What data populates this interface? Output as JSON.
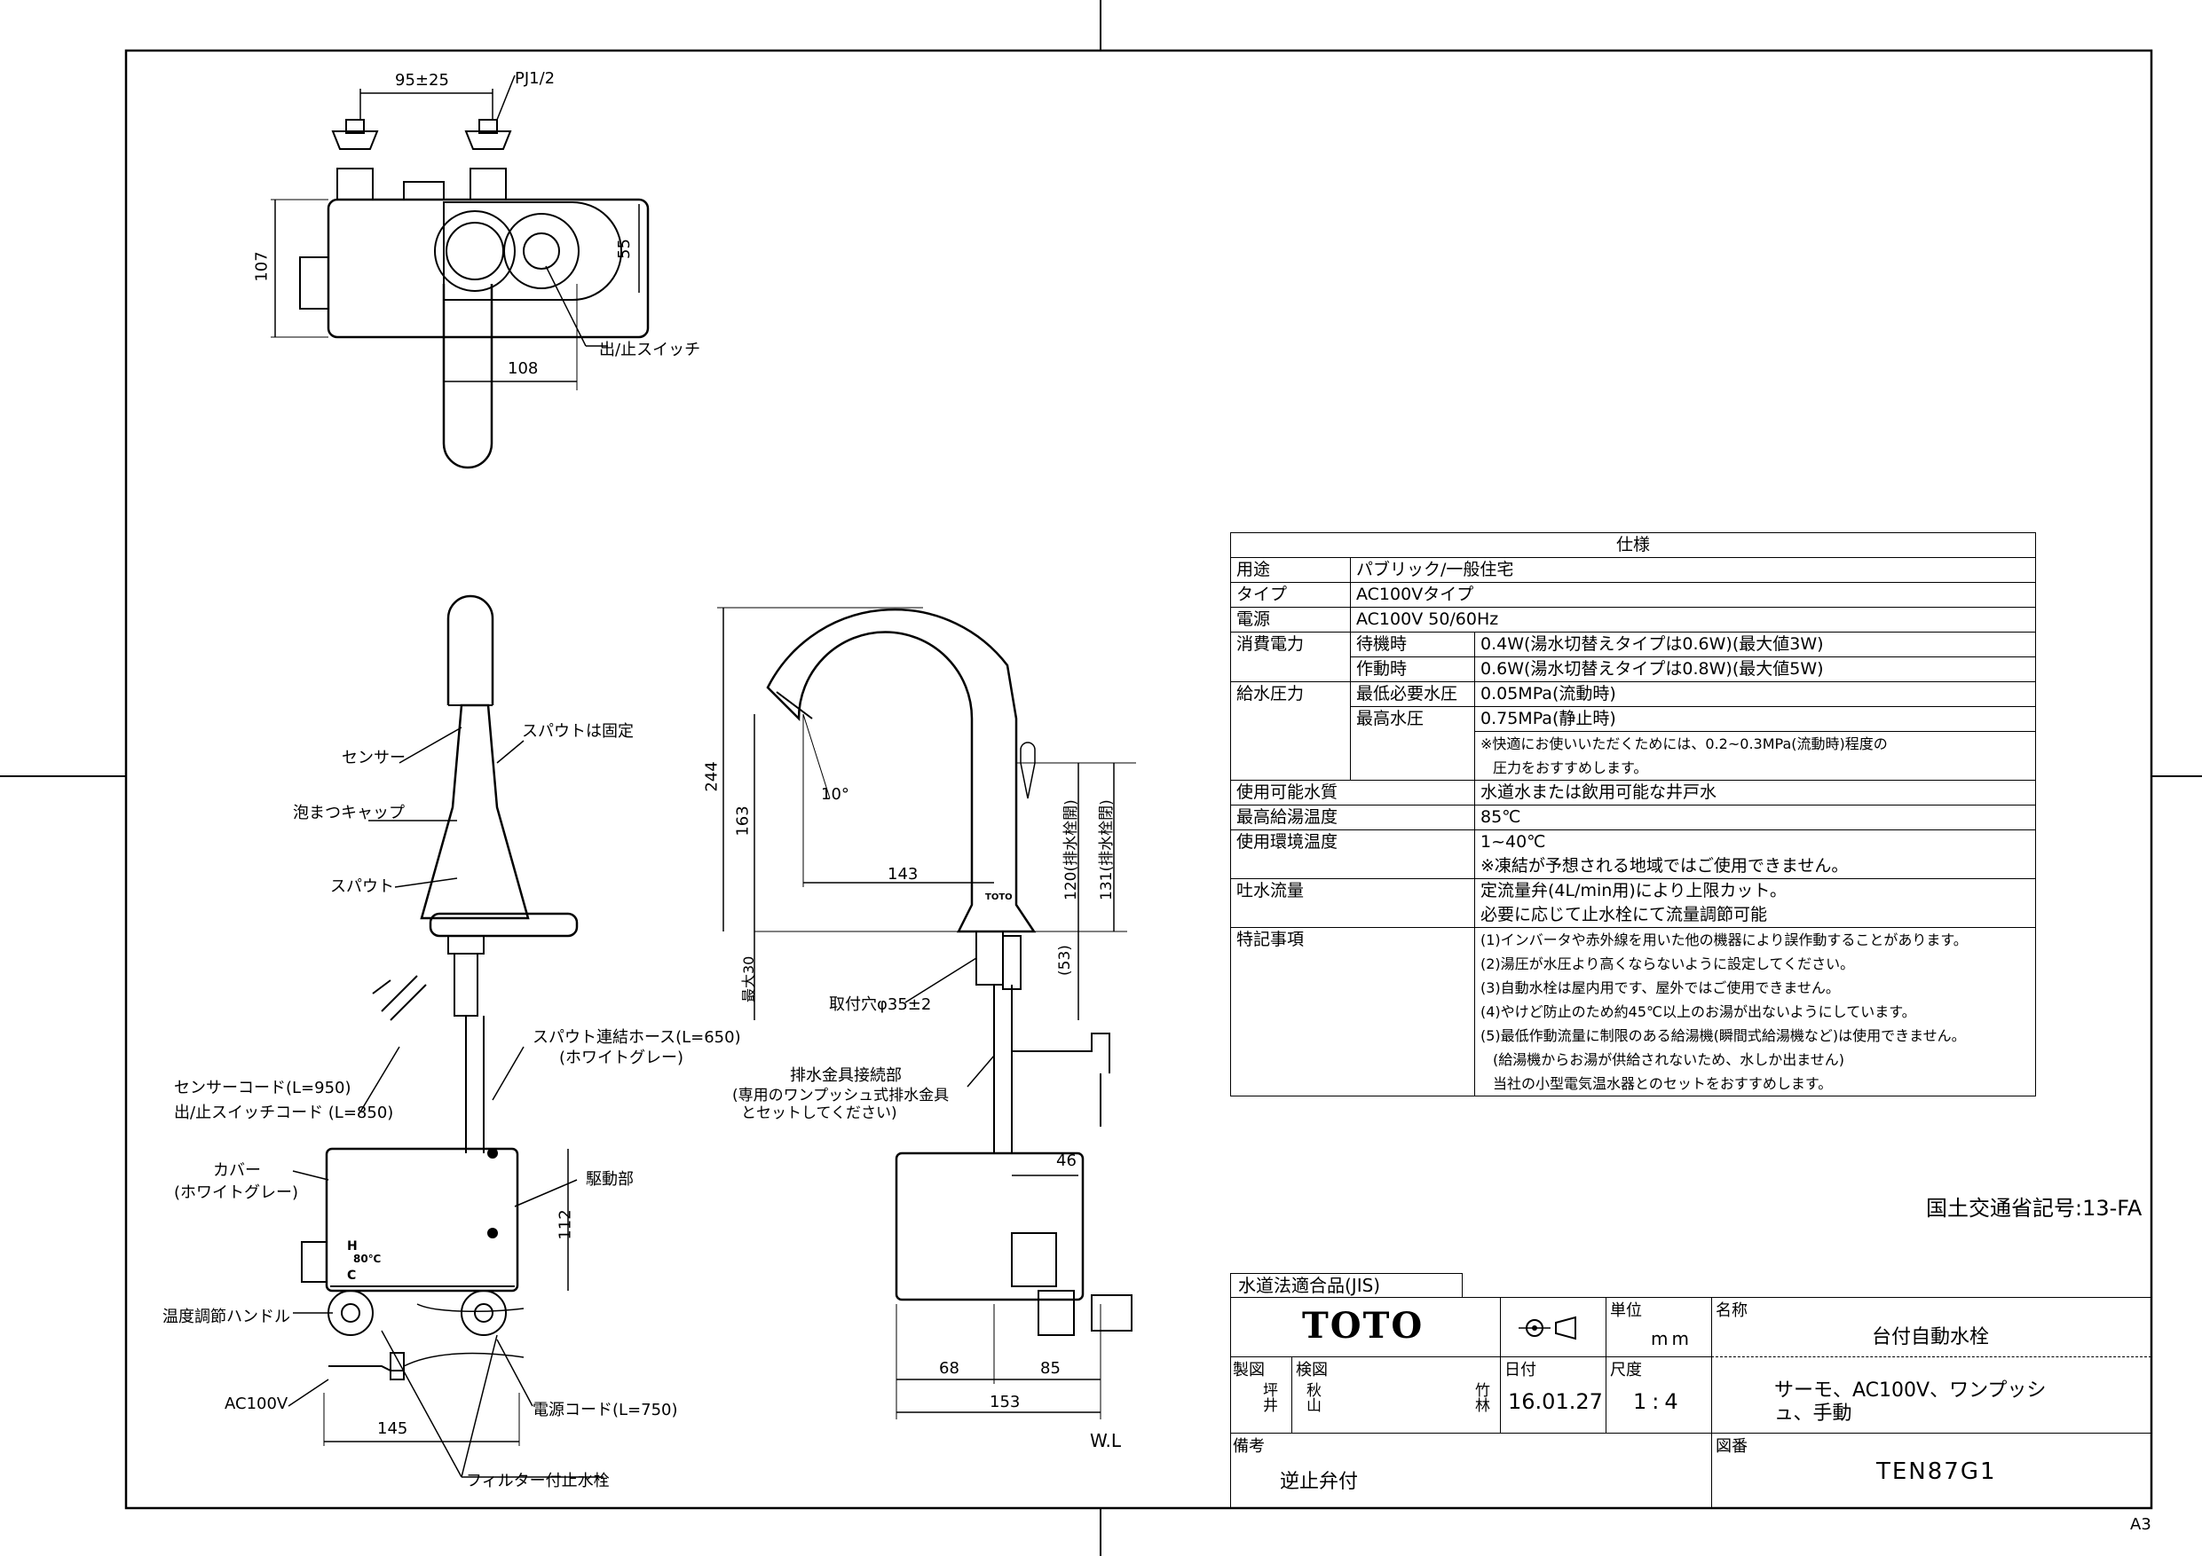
{
  "top_view": {
    "dim_spacing": "95±25",
    "dim_pj": "PJ1/2",
    "dim_height": "107",
    "dim_button": "55",
    "dim_reach": "108",
    "label_switch": "出/止スイッチ"
  },
  "front_view": {
    "label_fixed": "スパウトは固定",
    "label_sensor": "センサー",
    "label_aerator": "泡まつキャップ",
    "label_spout": "スパウト",
    "label_hose": "スパウト連結ホース(L=650)",
    "label_hose_color": "(ホワイトグレー)",
    "label_sensor_cord": "センサーコード(L=950)",
    "label_switch_cord": "出/止スイッチコード (L=850)",
    "label_cover": "カバー",
    "label_cover_color": "(ホワイトグレー)",
    "label_drive": "駆動部",
    "dim_drive": "112",
    "label_temp": "温度調節ハンドル",
    "label_ac": "AC100V",
    "label_power_cord": "電源コード(L=750)",
    "dim_width": "145",
    "label_filter": "フィルター付止水栓",
    "temp_h": "H",
    "temp_c": "C",
    "temp_80": "80℃"
  },
  "side_view": {
    "dim_244": "244",
    "dim_163": "163",
    "dim_143": "143",
    "dim_angle": "10°",
    "dim_120": "120(排水栓開)",
    "dim_131": "131(排水栓閉)",
    "dim_max30": "最大30",
    "dim_hole": "取付穴φ35±2",
    "dim_53": "(53)",
    "label_drain": "排水金具接続部",
    "label_drain2": "(専用のワンプッシュ式排水金具",
    "label_drain3": "とセットしてください)",
    "dim_46": "46",
    "dim_68": "68",
    "dim_85": "85",
    "dim_153": "153",
    "label_wl": "W.L",
    "brand_small": "TOTO"
  },
  "spec_table": {
    "title": "仕様",
    "rows": [
      {
        "label": "用途",
        "value": "パブリック/一般住宅"
      },
      {
        "label": "タイプ",
        "value": "AC100Vタイプ"
      },
      {
        "label": "電源",
        "value": "AC100V 50/60Hz"
      }
    ],
    "power_label": "消費電力",
    "power_standby_label": "待機時",
    "power_standby": "0.4W(湯水切替えタイプは0.6W)(最大値3W)",
    "power_active_label": "作動時",
    "power_active": "0.6W(湯水切替えタイプは0.8W)(最大値5W)",
    "pressure_label": "給水圧力",
    "pressure_min_label": "最低必要水圧",
    "pressure_min": "0.05MPa(流動時)",
    "pressure_max_label": "最高水圧",
    "pressure_max": "0.75MPa(静止時)",
    "pressure_note1": "※快適にお使いいただくためには、0.2~0.3MPa(流動時)程度の",
    "pressure_note2": "圧力をおすすめします。",
    "water_label": "使用可能水質",
    "water": "水道水または飲用可能な井戸水",
    "hot_label": "最高給湯温度",
    "hot": "85℃",
    "env_label": "使用環境温度",
    "env": "1~40℃",
    "env_note": "※凍結が予想される地域ではご使用できません。",
    "flow_label": "吐水流量",
    "flow1": "定流量弁(4L/min用)により上限カット。",
    "flow2": "必要に応じて止水栓にて流量調節可能",
    "notes_label": "特記事項",
    "notes": [
      "(1)インバータや赤外線を用いた他の機器により誤作動することがあります。",
      "(2)湯圧が水圧より高くならないように設定してください。",
      "(3)自動水栓は屋内用です、屋外ではご使用できません。",
      "(4)やけど防止のため約45℃以上のお湯が出ないようにしています。",
      "(5)最低作動流量に制限のある給湯機(瞬間式給湯機など)は使用できません。",
      "(給湯機からお湯が供給されないため、水しか出ません)",
      "当社の小型電気温水器とのセットをおすすめします。"
    ]
  },
  "mlit_code": "国土交通省記号:13-FA",
  "title_block": {
    "jis": "水道法適合品(JIS)",
    "logo": "TOTO",
    "unit_label": "単位",
    "unit": "mm",
    "name_label": "名称",
    "name": "台付自動水栓",
    "drawn_label": "製図",
    "drawn": "坪井",
    "checked_label": "検図",
    "checked1": "秋山",
    "checked2": "竹林",
    "date_label": "日付",
    "date": "16.01.27",
    "scale_label": "尺度",
    "scale": "1:4",
    "desc1": "サーモ、AC100V、ワンプッシ",
    "desc2": "ュ、手動",
    "remarks_label": "備考",
    "remarks": "逆止弁付",
    "drawing_no_label": "図番",
    "drawing_no": "TEN87G1"
  },
  "sheet_size": "A3"
}
